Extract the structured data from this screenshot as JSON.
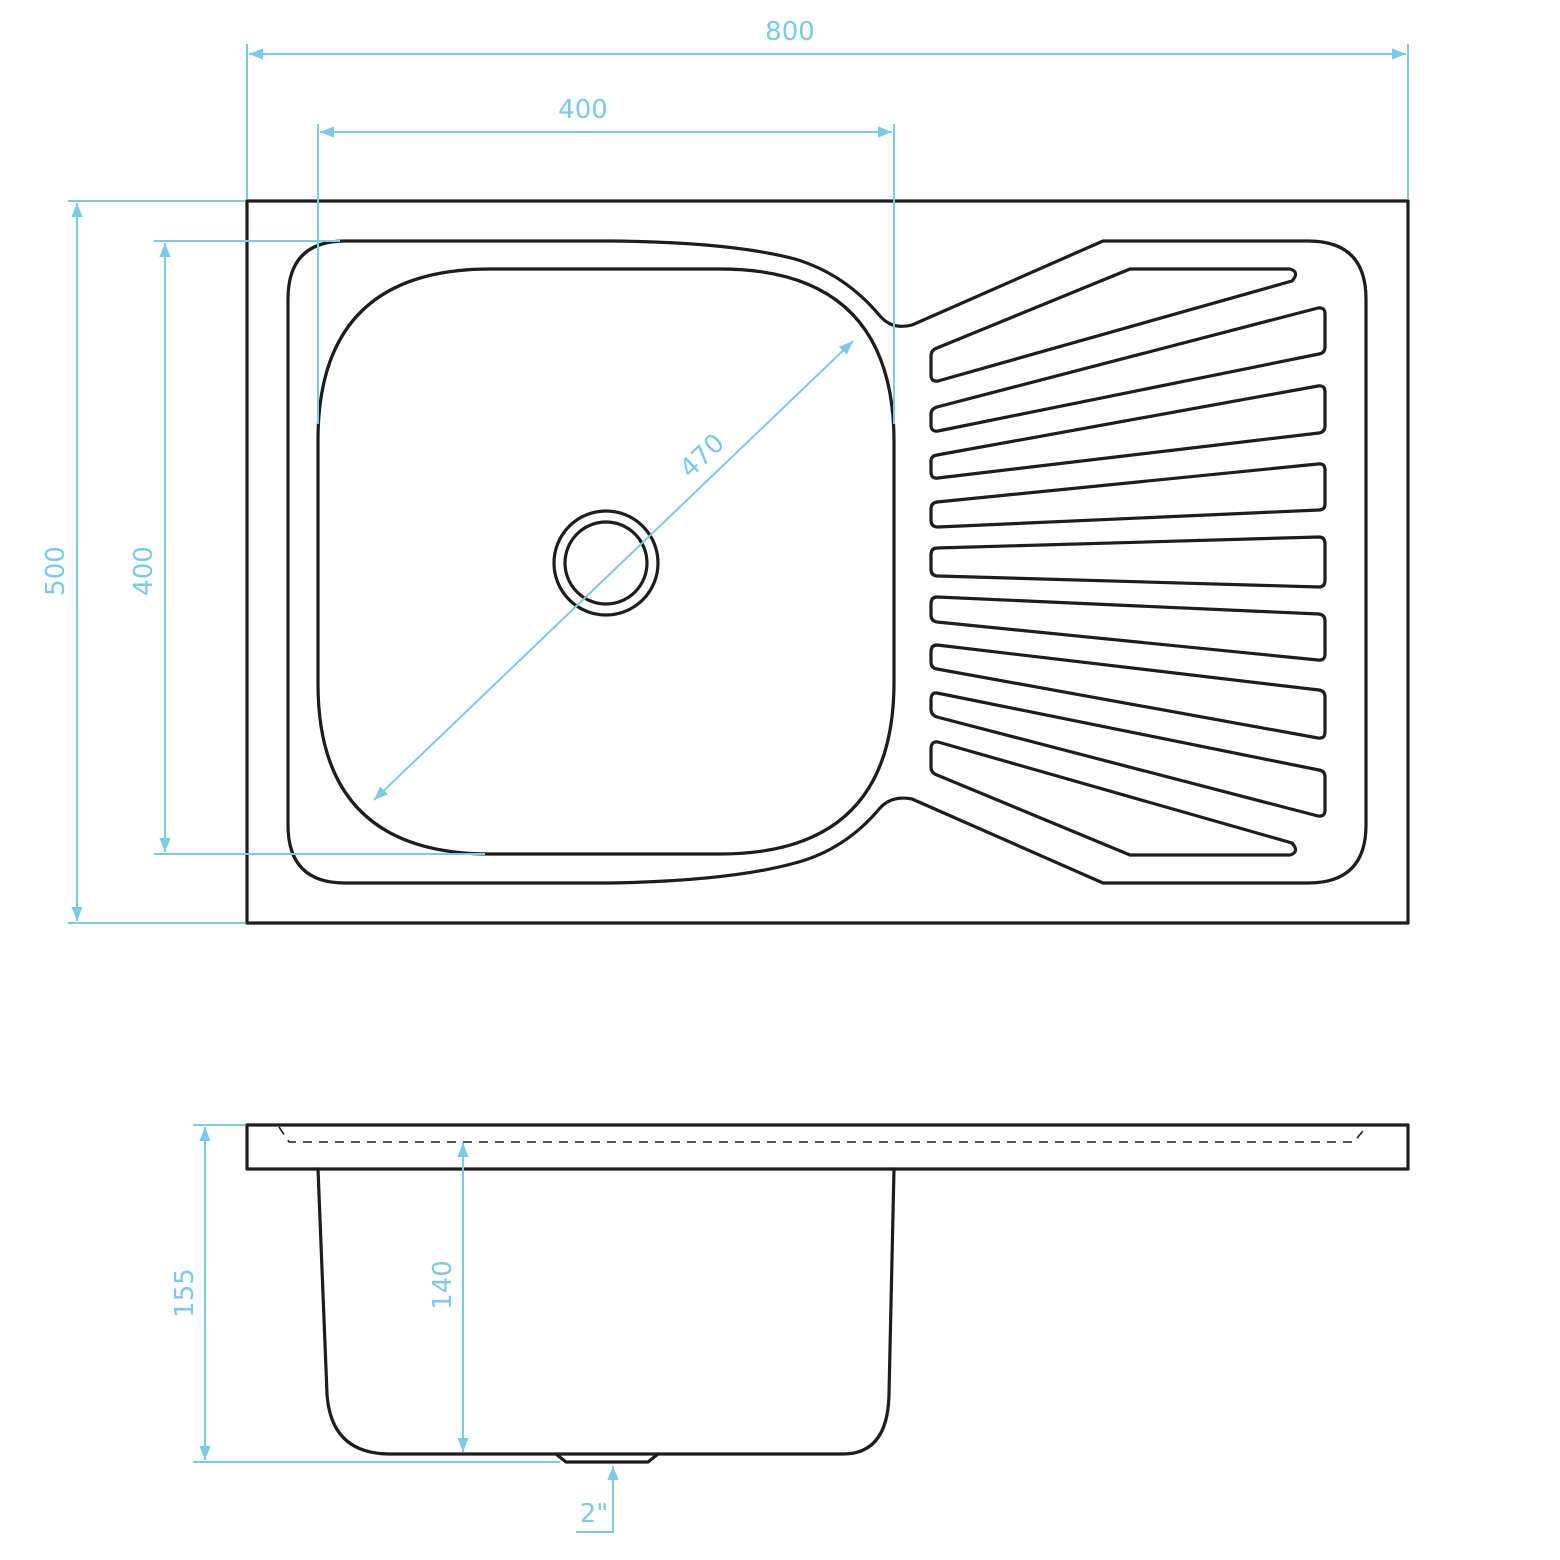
{
  "dimensions": {
    "overall_width": "800",
    "bowl_width": "400",
    "overall_depth": "500",
    "bowl_depth": "400",
    "bowl_diagonal": "470",
    "total_height": "155",
    "bowl_height": "140",
    "drain_size": "2\""
  },
  "colors": {
    "outline": "#1d1d1b",
    "dimension": "#7cc9e8",
    "background": "#ffffff"
  }
}
